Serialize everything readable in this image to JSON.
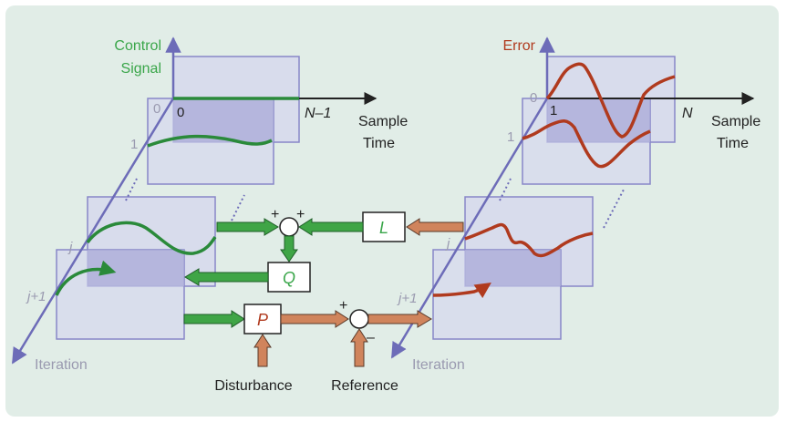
{
  "left_panel": {
    "y_axis_label_line1": "Control",
    "y_axis_label_line2": "Signal",
    "tick_zero": "0",
    "tick_zero_back": "0",
    "tick_one": "1",
    "tick_j": "j",
    "tick_j1": "j+1",
    "x_end": "N–1",
    "x_label_line1": "Sample",
    "x_label_line2": "Time",
    "iteration_label": "Iteration"
  },
  "right_panel": {
    "y_axis_label": "Error",
    "tick_zero": "0",
    "tick_one_x": "1",
    "tick_one": "1",
    "tick_j": "j",
    "tick_j1": "j+1",
    "x_end": "N",
    "x_label_line1": "Sample",
    "x_label_line2": "Time",
    "iteration_label": "Iteration"
  },
  "blocks": {
    "L": "L",
    "Q": "Q",
    "P": "P"
  },
  "signs": {
    "sum1_left": "+",
    "sum1_right": "+",
    "sum2_top": "+",
    "sum2_bottom": "–"
  },
  "inputs": {
    "disturbance": "Disturbance",
    "reference": "Reference"
  },
  "colors": {
    "background": "#e1ede7",
    "frame": "#8887c8",
    "frame_fill": "#d4d6ee",
    "control_green": "#2a8a3a",
    "error_red": "#b03a1e",
    "axis_purple": "#6d6cb8",
    "arrow_green": "#3fa546",
    "arrow_orange": "#d0845c",
    "label_grey": "#9a9ab0"
  }
}
